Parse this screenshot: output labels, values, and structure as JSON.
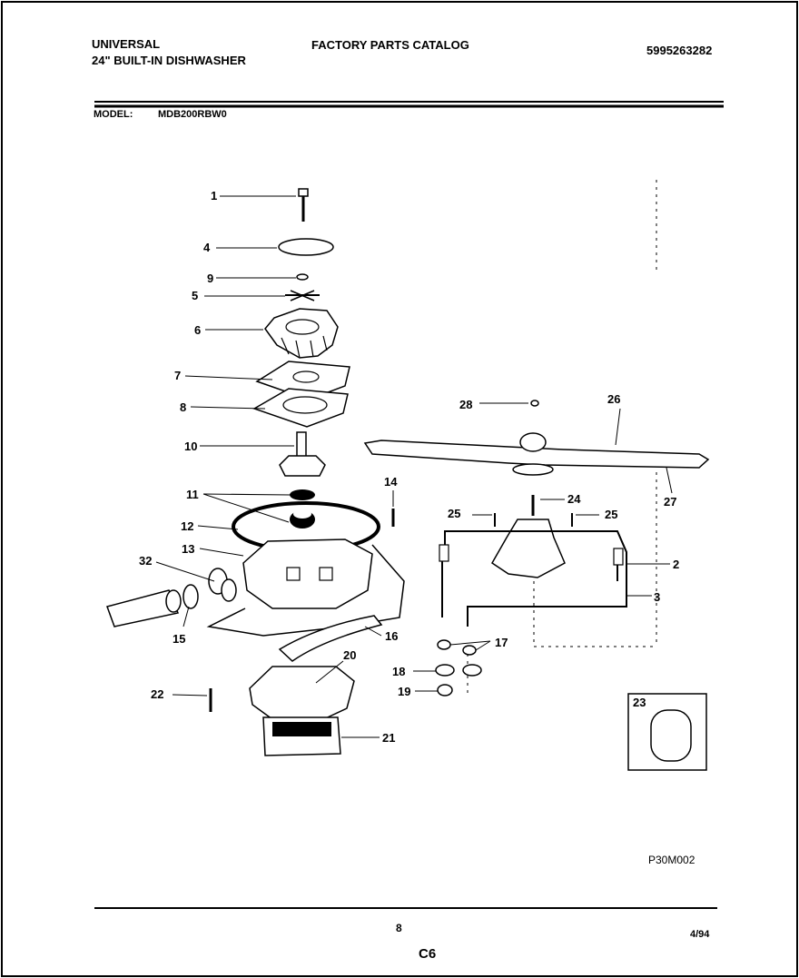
{
  "header": {
    "brand": "UNIVERSAL",
    "product": "24\" BUILT-IN DISHWASHER",
    "catalog_title": "FACTORY PARTS CATALOG",
    "catalog_number": "5995263282"
  },
  "model": {
    "label": "MODEL:",
    "value": "MDB200RBW0"
  },
  "diagram": {
    "callouts": [
      "1",
      "4",
      "9",
      "5",
      "6",
      "7",
      "8",
      "10",
      "11",
      "12",
      "13",
      "32",
      "15",
      "14",
      "16",
      "20",
      "22",
      "21",
      "28",
      "26",
      "24",
      "25",
      "25",
      "27",
      "2",
      "3",
      "17",
      "18",
      "19",
      "23"
    ],
    "figure_code": "P30M002"
  },
  "footer": {
    "page_number": "8",
    "date": "4/94",
    "section": "C6"
  }
}
